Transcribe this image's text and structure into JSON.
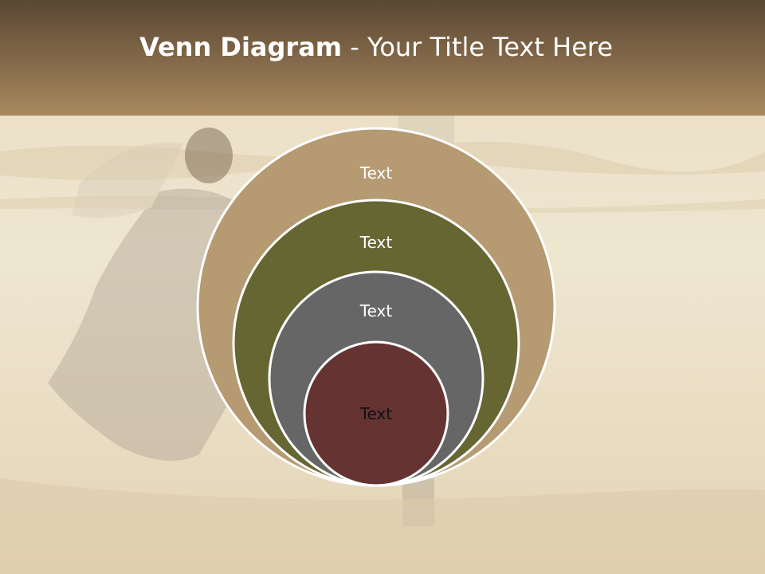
{
  "slide": {
    "title_bold": "Venn Diagram",
    "title_rest": " - Your Title Text Here"
  },
  "diagram": {
    "circles": [
      {
        "label": "Text",
        "fill": "#b59a72"
      },
      {
        "label": "Text",
        "fill": "#666633"
      },
      {
        "label": "Text",
        "fill": "#666666"
      },
      {
        "label": "Text",
        "fill": "#663333"
      }
    ],
    "outline": "#ffffff",
    "text_color_light": "#ffffff",
    "text_color_dark": "#111111"
  },
  "colors": {
    "header_top": "#5a4733",
    "header_bottom": "#a8895f",
    "background": "#eee3cb"
  }
}
